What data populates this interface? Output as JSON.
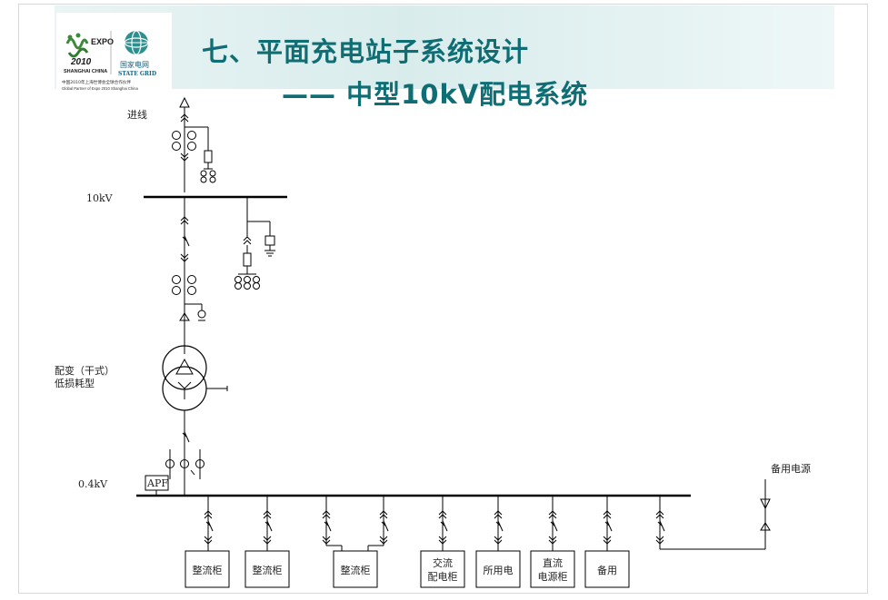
{
  "slide": {
    "title_line1": "七、平面充电站子系统设计",
    "title_line2": "—— 中型10kV配电系统"
  },
  "logo": {
    "expo_text": "EXPO",
    "expo_year": "2010",
    "expo_city": "SHANGHAI CHINA",
    "grid_cn": "国家电网",
    "grid_en": "STATE GRID",
    "partner_cn": "中国2010年上海世博会全球合作伙伴",
    "partner_en": "Global Partner of Expo 2010 Shanghai China"
  },
  "diagram": {
    "incoming_label": "进线",
    "bus_10kv_label": "10kV",
    "transformer_label_1": "配变（干式）",
    "transformer_label_2": "低损耗型",
    "bus_04kv_label": "0.4kV",
    "apf_label": "APF",
    "backup_power_label": "备用电源",
    "cabinets": [
      {
        "line1": "整流柜",
        "line2": ""
      },
      {
        "line1": "整流柜",
        "line2": ""
      },
      {
        "line1": "整流柜",
        "line2": ""
      },
      {
        "line1": "交流",
        "line2": "配电柜"
      },
      {
        "line1": "所用电",
        "line2": ""
      },
      {
        "line1": "直流",
        "line2": "电源柜"
      },
      {
        "line1": "备用",
        "line2": ""
      }
    ]
  },
  "colors": {
    "title": "#0f6e74",
    "band": "#d9ecec",
    "line": "#000000"
  }
}
